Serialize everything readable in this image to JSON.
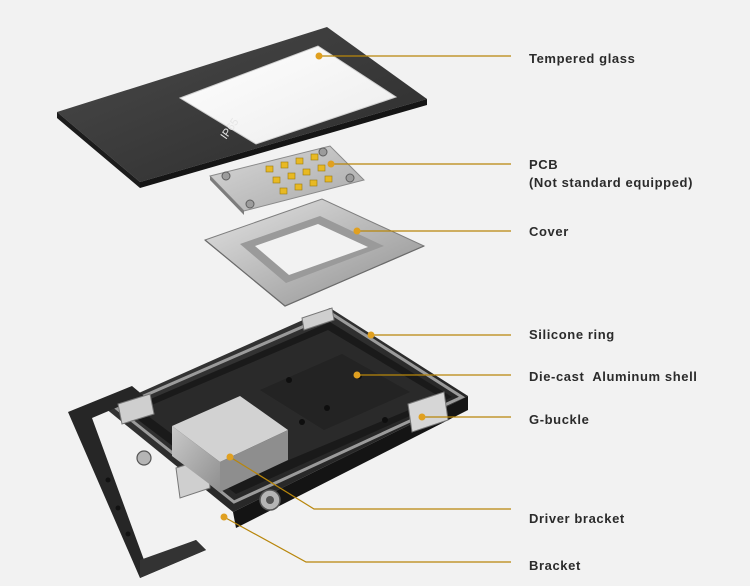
{
  "labels": {
    "tempered_glass": "Tempered glass",
    "pcb_line1": "PCB",
    "pcb_line2": "(Not standard equipped)",
    "cover": "Cover",
    "silicone_ring": "Silicone ring",
    "aluminum_shell": "Die-cast  Aluminum shell",
    "g_buckle": "G-buckle",
    "driver_bracket": "Driver bracket",
    "bracket": "Bracket"
  },
  "glass_marking": "IP65",
  "colors": {
    "background": "#f2f2f2",
    "leader_line": "#b8860b",
    "leader_dot": "#e0a020",
    "housing": "#2e2e2e",
    "text": "#2b2b2b"
  }
}
